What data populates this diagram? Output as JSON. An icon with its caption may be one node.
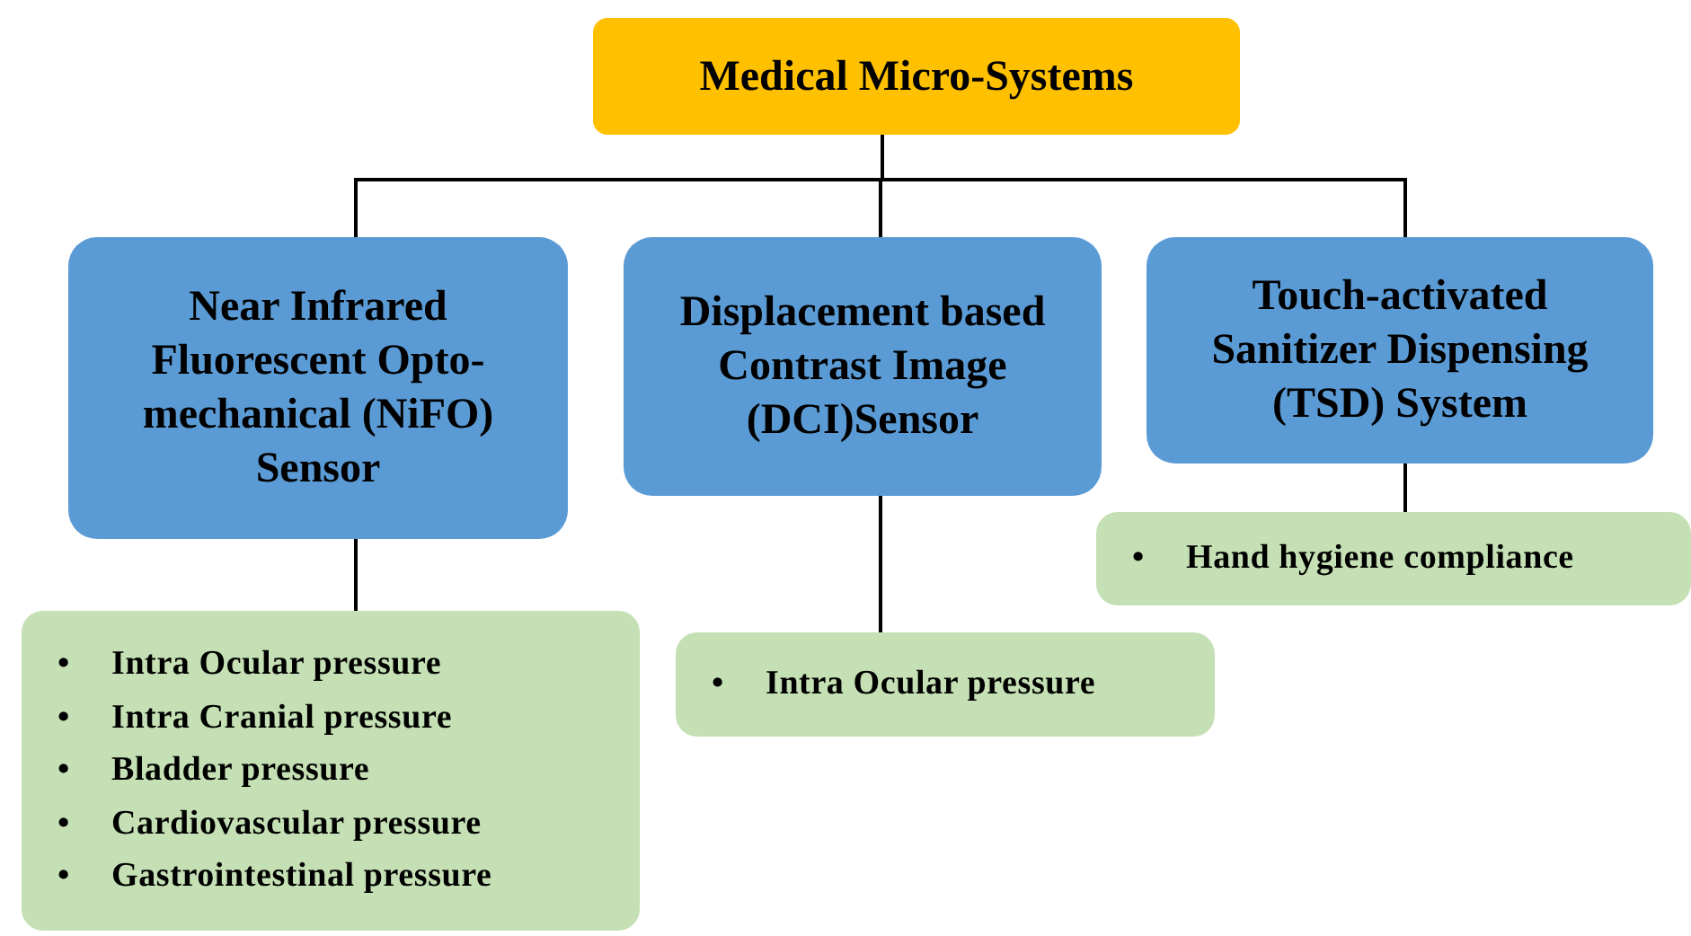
{
  "diagram": {
    "nodes": [
      {
        "text": [
          "Medical Micro-Systems"
        ]
      },
      {
        "text": [
          "Near Infrared Fluorescent Opto-mechanical (NiFO) Sensor"
        ]
      },
      {
        "text": [
          "Displacement based Contrast Image (DCI)Sensor"
        ]
      },
      {
        "text": [
          "Touch-activated Sanitizer Dispensing (TSD) System"
        ]
      },
      {
        "text": [
          "•",
          "Intra Ocular pressure",
          "•",
          "Intra Cranial pressure",
          "•",
          "Bladder pressure",
          "•",
          "Cardiovascular pressure",
          "•",
          "Gastrointestinal pressure"
        ]
      },
      {
        "text": [
          "•",
          "Intra Ocular pressure"
        ]
      },
      {
        "text": [
          "•",
          "Hand hygiene compliance"
        ]
      }
    ],
    "edges": [
      {
        "from": 0,
        "to": 1,
        "arrow": "none"
      },
      {
        "from": 0,
        "to": 2,
        "arrow": "none"
      },
      {
        "from": 0,
        "to": 3,
        "arrow": "none"
      },
      {
        "from": 1,
        "to": 4,
        "arrow": "none"
      },
      {
        "from": 2,
        "to": 5,
        "arrow": "none"
      },
      {
        "from": 3,
        "to": 6,
        "arrow": "none"
      }
    ]
  }
}
